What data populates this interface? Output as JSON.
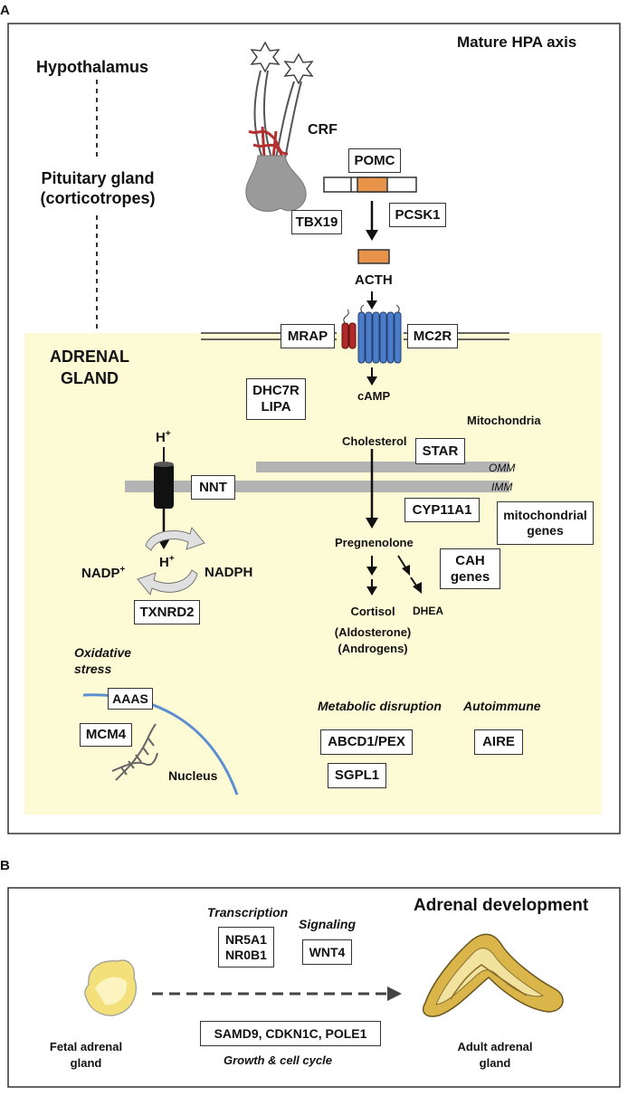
{
  "panelA": {
    "letter": "A",
    "title": "Mature HPA axis",
    "hypothalamus": "Hypothalamus",
    "pituitary_line1": "Pituitary gland",
    "pituitary_line2": "(corticotropes)",
    "crf": "CRF",
    "pomc": "POMC",
    "tbx19": "TBX19",
    "pcsk1": "PCSK1",
    "acth": "ACTH",
    "adrenal_line1": "ADRENAL",
    "adrenal_line2": "GLAND",
    "mrap": "MRAP",
    "mc2r": "MC2R",
    "camp": "cAMP",
    "dhc7r": "DHC7R",
    "lipa": "LIPA",
    "h_plus_top": "H",
    "h_plus_top_sup": "+",
    "mitochondria": "Mitochondria",
    "cholesterol": "Cholesterol",
    "star": "STAR",
    "omm": "OMM",
    "imm": "IMM",
    "nnt": "NNT",
    "cyp11a1": "CYP11A1",
    "mito_genes_line1": "mitochondrial",
    "mito_genes_line2": "genes",
    "pregnenolone": "Pregnenolone",
    "cah_line1": "CAH",
    "cah_line2": "genes",
    "nadp": "NADP",
    "nadp_sup": "+",
    "nadph": "NADPH",
    "h_plus_mid": "H",
    "h_plus_mid_sup": "+",
    "txnrd2": "TXNRD2",
    "cortisol": "Cortisol",
    "aldosterone": "(Aldosterone)",
    "androgens": "(Androgens)",
    "dhea": "DHEA",
    "oxidative_line1": "Oxidative",
    "oxidative_line2": "stress",
    "aaas": "AAAS",
    "mcm4": "MCM4",
    "nucleus": "Nucleus",
    "metabolic": "Metabolic disruption",
    "abcd1": "ABCD1/PEX",
    "sgpl1": "SGPL1",
    "autoimmune": "Autoimmune",
    "aire": "AIRE"
  },
  "panelB": {
    "letter": "B",
    "title": "Adrenal development",
    "transcription": "Transcription",
    "nr5a1": "NR5A1",
    "nr0b1": "NR0B1",
    "signaling": "Signaling",
    "wnt4": "WNT4",
    "samd9": "SAMD9, CDKN1C, POLE1",
    "growth": "Growth & cell cycle",
    "fetal_line1": "Fetal adrenal",
    "fetal_line2": "gland",
    "adult_line1": "Adult adrenal",
    "adult_line2": "gland"
  },
  "colors": {
    "adrenal_bg": "#fdfbd6",
    "membrane_gray": "#b3b3b3",
    "receptor_blue": "#4a7cc9",
    "mrap_red": "#b02a2a",
    "pomc_orange": "#e8934a",
    "nucleus_blue": "#5b8fd0",
    "adult_gland_gold": "#d9b54a"
  }
}
